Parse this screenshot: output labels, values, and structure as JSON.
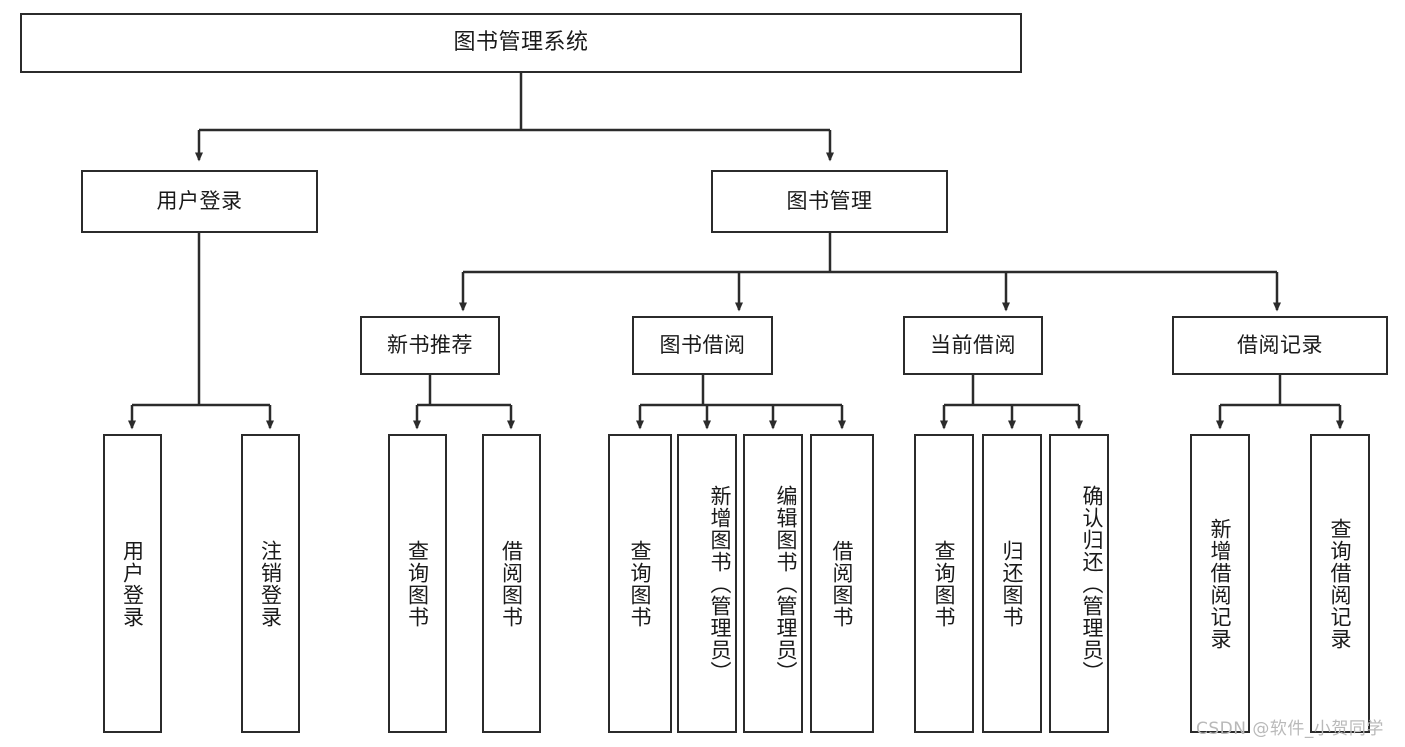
{
  "diagram": {
    "type": "tree",
    "title": "图书管理系统",
    "watermark": "CSDN @软件_小贺同学",
    "colors": {
      "border": "#2b2b2b",
      "text": "#1a1a1a",
      "background": "#ffffff",
      "watermark": "#b9b9b9"
    },
    "root": {
      "label": "图书管理系统"
    },
    "level2": [
      {
        "label": "用户登录"
      },
      {
        "label": "图书管理"
      }
    ],
    "level3": [
      {
        "label": "新书推荐"
      },
      {
        "label": "图书借阅"
      },
      {
        "label": "当前借阅"
      },
      {
        "label": "借阅记录"
      }
    ],
    "leaves": {
      "user_login": [
        {
          "label": "用户登录"
        },
        {
          "label": "注销登录"
        }
      ],
      "new_book_recommend": [
        {
          "label": "查询图书"
        },
        {
          "label": "借阅图书"
        }
      ],
      "book_borrow": [
        {
          "label": "查询图书"
        },
        {
          "label": "新增图书（管理员）"
        },
        {
          "label": "编辑图书（管理员）"
        },
        {
          "label": "借阅图书"
        }
      ],
      "current_borrow": [
        {
          "label": "查询图书"
        },
        {
          "label": "归还图书"
        },
        {
          "label": "确认归还（管理员）"
        }
      ],
      "borrow_record": [
        {
          "label": "新增借阅记录"
        },
        {
          "label": "查询借阅记录"
        }
      ]
    }
  }
}
